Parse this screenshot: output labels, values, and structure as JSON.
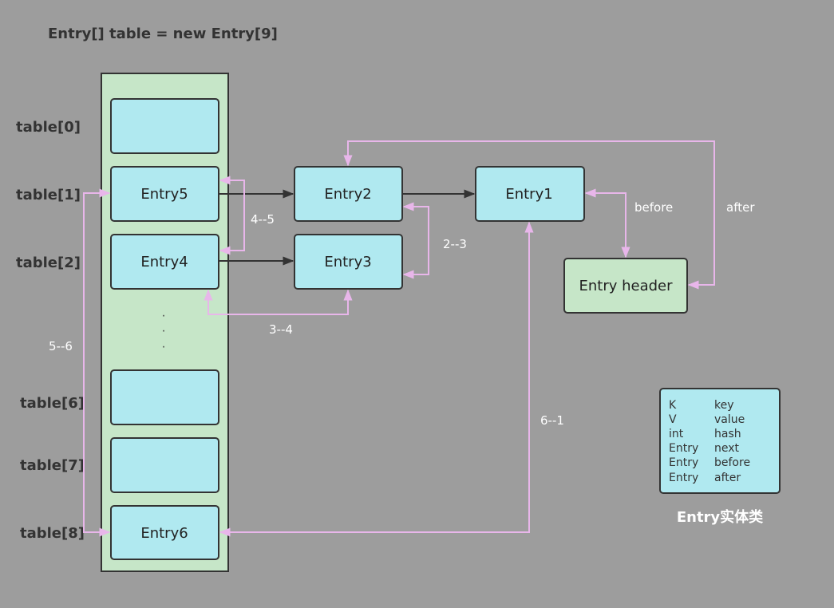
{
  "title": "Entry[] table = new Entry[9]",
  "table_labels": [
    "table[0]",
    "table[1]",
    "table[2]",
    "table[6]",
    "table[7]",
    "table[8]"
  ],
  "slots": {
    "slot0": "",
    "slot1": "Entry5",
    "slot2": "Entry4",
    "slot6": "",
    "slot7": "",
    "slot8": "Entry6"
  },
  "nodes": {
    "entry2": "Entry2",
    "entry3": "Entry3",
    "entry1": "Entry1",
    "header": "Entry header"
  },
  "ellipsis": "·",
  "link_labels": {
    "l45": "4--5",
    "l23": "2--3",
    "l34": "3--4",
    "l56": "5--6",
    "l61": "6--1",
    "before": "before",
    "after": "after"
  },
  "legend": {
    "rows": [
      {
        "type": "K",
        "field": "key"
      },
      {
        "type": "V",
        "field": "value"
      },
      {
        "type": "int",
        "field": "hash"
      },
      {
        "type": "Entry",
        "field": "next"
      },
      {
        "type": "Entry",
        "field": "before"
      },
      {
        "type": "Entry",
        "field": "after"
      }
    ],
    "caption": "Entry实体类"
  },
  "colors": {
    "background": "#9d9d9d",
    "entry_fill": "#b0e9f0",
    "table_fill": "#c6e6c8",
    "link_pink": "#e8b6ea",
    "next_arrow": "#333333"
  }
}
